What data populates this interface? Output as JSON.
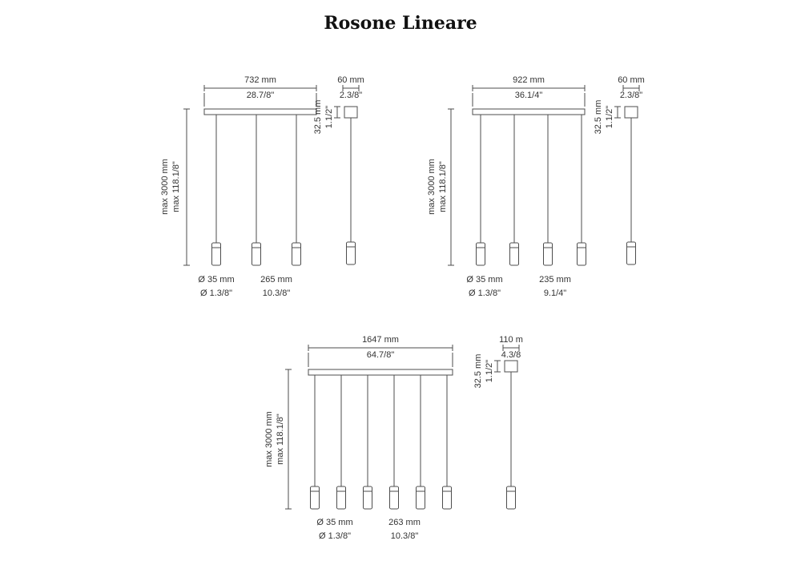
{
  "title": "Rosone Lineare",
  "diagrams": {
    "three": {
      "name": "3-light linear suspension",
      "width_mm": "732 mm",
      "width_in": "28.7/8\"",
      "single_canopy_mm": "60 mm",
      "single_canopy_in": "2.3/8\"",
      "canopy_height_mm": "32.5 mm",
      "canopy_height_in": "1.1/2\"",
      "max_drop_mm": "max 3000 mm",
      "max_drop_in": "max 118.1/8\"",
      "diameter_mm": "Ø 35 mm",
      "diameter_in": "Ø 1.3/8\"",
      "spacing_mm": "265 mm",
      "spacing_in": "10.3/8\""
    },
    "four": {
      "name": "4-light linear suspension",
      "width_mm": "922 mm",
      "width_in": "36.1/4\"",
      "single_canopy_mm": "60 mm",
      "single_canopy_in": "2.3/8\"",
      "canopy_height_mm": "32.5 mm",
      "canopy_height_in": "1.1/2\"",
      "max_drop_mm": "max 3000 mm",
      "max_drop_in": "max 118.1/8\"",
      "diameter_mm": "Ø 35 mm",
      "diameter_in": "Ø 1.3/8\"",
      "spacing_mm": "235 mm",
      "spacing_in": "9.1/4\""
    },
    "six": {
      "name": "6-light linear suspension",
      "width_mm": "1647 mm",
      "width_in": "64.7/8\"",
      "single_canopy_mm": "110 m",
      "single_canopy_in": "4.3/8",
      "canopy_height_mm": "32.5 mm",
      "canopy_height_in": "1.1/2\"",
      "max_drop_mm": "max 3000 mm",
      "max_drop_in": "max 118.1/8\"",
      "diameter_mm": "Ø 35 mm",
      "diameter_in": "Ø 1.3/8\"",
      "spacing_mm": "263 mm",
      "spacing_in": "10.3/8\""
    }
  }
}
